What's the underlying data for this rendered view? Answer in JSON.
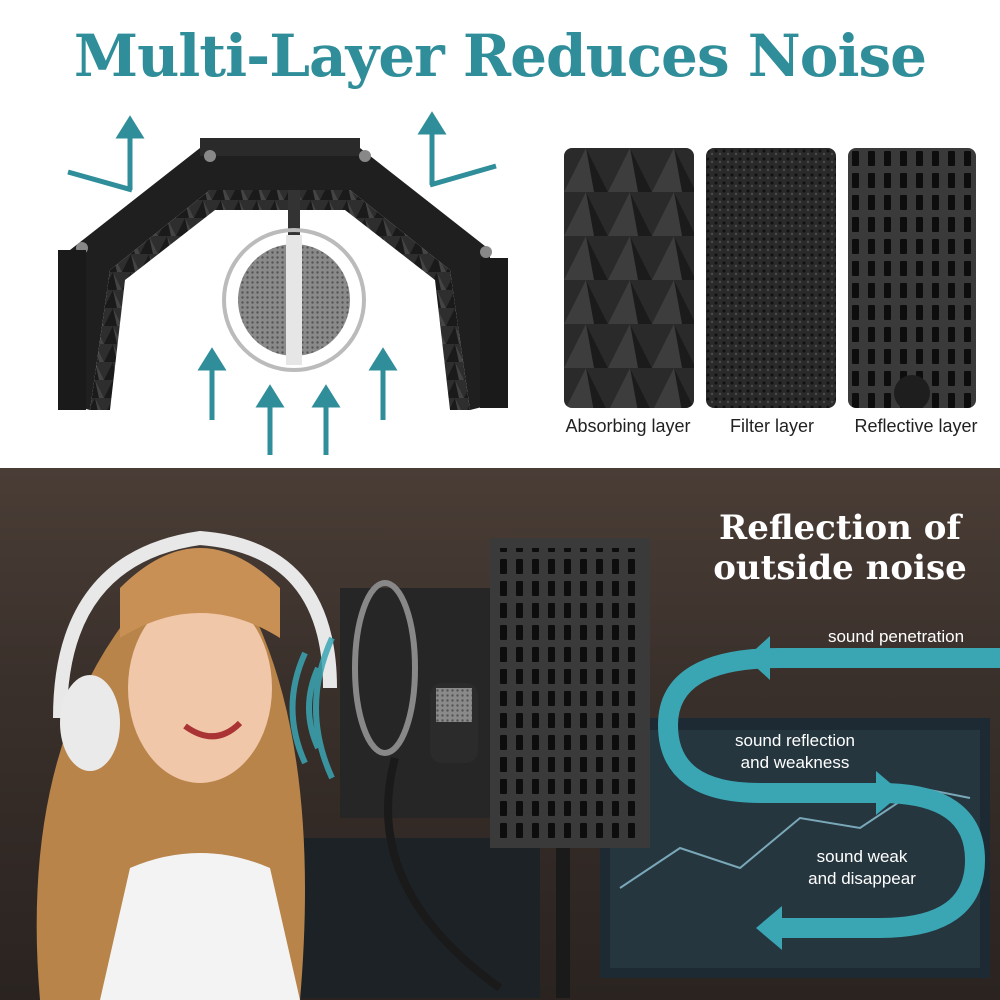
{
  "headline": "Multi-Layer Reduces Noise",
  "layers": [
    {
      "label": "Absorbing layer",
      "icon": "acoustic-foam-icon"
    },
    {
      "label": "Filter layer",
      "icon": "filter-foam-icon"
    },
    {
      "label": "Reflective layer",
      "icon": "perforated-metal-icon"
    }
  ],
  "reflection": {
    "title_line1": "Reflection of",
    "title_line2": "outside noise",
    "steps": {
      "penetration": "sound penetration",
      "reflection_line1": "sound reflection",
      "reflection_line2": "and weakness",
      "weak_line1": "sound weak",
      "weak_line2": "and disappear"
    }
  },
  "colors": {
    "accent": "#2f8e9a",
    "flow_arrow": "#3aa6b4",
    "foam": "#2b2b2b",
    "panel_metal": "#3a3a3a"
  }
}
